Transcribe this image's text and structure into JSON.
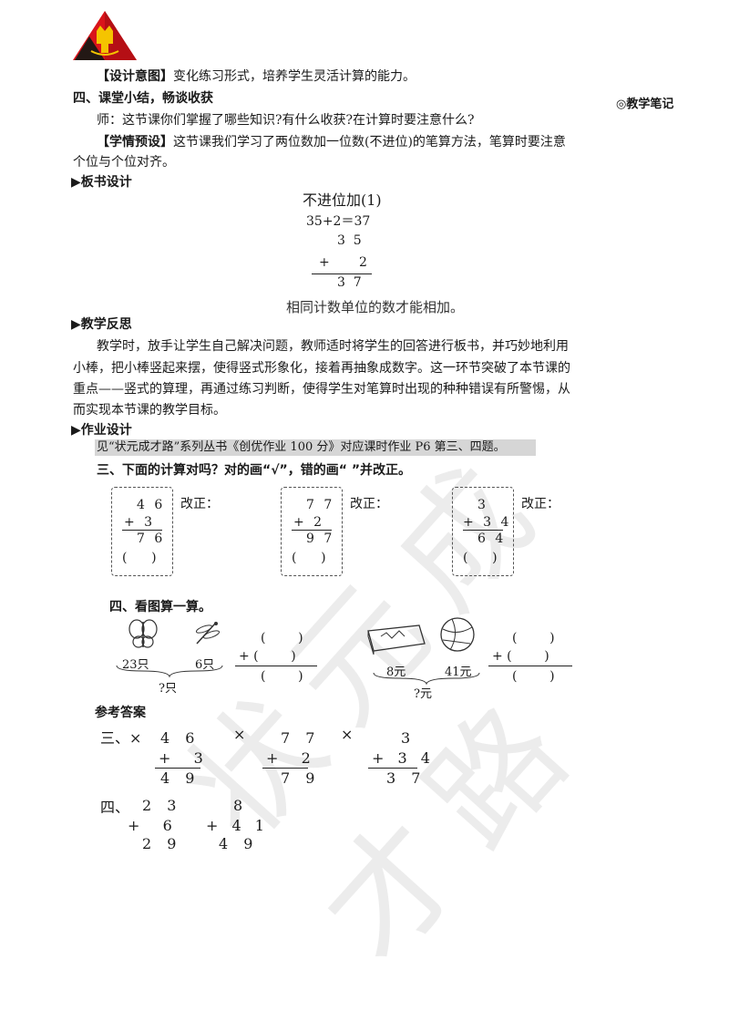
{
  "design_intent": {
    "tag": "【设计意图】",
    "text": "变化练习形式，培养学生灵活计算的能力。"
  },
  "section4": {
    "title": "四、课堂小结，畅谈收获"
  },
  "side_note": "◎教学笔记",
  "teacher": "师：这节课你们掌握了哪些知识?有什么收获?在计算时要注意什么?",
  "preset": {
    "tag": "【学情预设】",
    "line1": "这节课我们学习了两位数加一位数(不进位)的笔算方法，笔算时要注意",
    "line2": "个位与个位对齐。"
  },
  "board": {
    "heading": "▶板书设计",
    "title": "不进位加(1)",
    "equation": "35+2＝37",
    "top": "3  5",
    "plus": "+",
    "bottom": "2",
    "result": "3  7",
    "note": "相同计数单位的数才能相加。"
  },
  "reflection": {
    "heading": "▶教学反思",
    "lines": [
      "教学时，放手让学生自己解决问题，教师适时将学生的回答进行板书，并巧妙地利用",
      "小棒，把小棒竖起来摆，使得竖式形象化，接着再抽象成数字。这一环节突破了本节课的",
      "重点——竖式的算理，再通过练习判断，使得学生对笔算时出现的种种错误有所警惕，从",
      "而实现本节课的教学目标。"
    ]
  },
  "homework": {
    "heading": "▶作业设计",
    "text": "见“状元成才路”系列丛书《创优作业 100 分》对应课时作业 P6 第三、四题。"
  },
  "q3": {
    "title": "三、下面的计算对吗？对的画“√”，错的画“    ”并改正。",
    "fix_label": "改正：",
    "paren": "(      )",
    "problems": [
      {
        "top": "4 6",
        "plus": "+ 3",
        "result": "7 6"
      },
      {
        "top": "7 7",
        "plus": "+ 2",
        "result": "9 7"
      },
      {
        "top": "3",
        "plus": "+ 3 4",
        "result": "6 4"
      }
    ]
  },
  "q4": {
    "title": "四、看图算一算。",
    "left": {
      "a": "23只",
      "b": "6只",
      "total": "?只"
    },
    "right": {
      "a": "8元",
      "b": "41元",
      "total": "?元"
    },
    "paren": "(        )",
    "plus_paren": "+ (        )"
  },
  "answers": {
    "heading": "参考答案",
    "q3_label": "三、×",
    "x_mark": "×",
    "q3": [
      {
        "top": "4 6",
        "plus": "+  3",
        "result": "4 9"
      },
      {
        "top": "7 7",
        "plus": "+  2",
        "result": "7 9"
      },
      {
        "top": "3",
        "plus": "+ 3 4",
        "result": "3 7"
      }
    ],
    "q4_label": "四、",
    "q4": [
      {
        "top": "2 3",
        "plus": "+  6",
        "result": "2 9"
      },
      {
        "top": "8",
        "plus": "+ 4 1",
        "result": "4 9"
      }
    ]
  },
  "watermark": "状元成才路"
}
